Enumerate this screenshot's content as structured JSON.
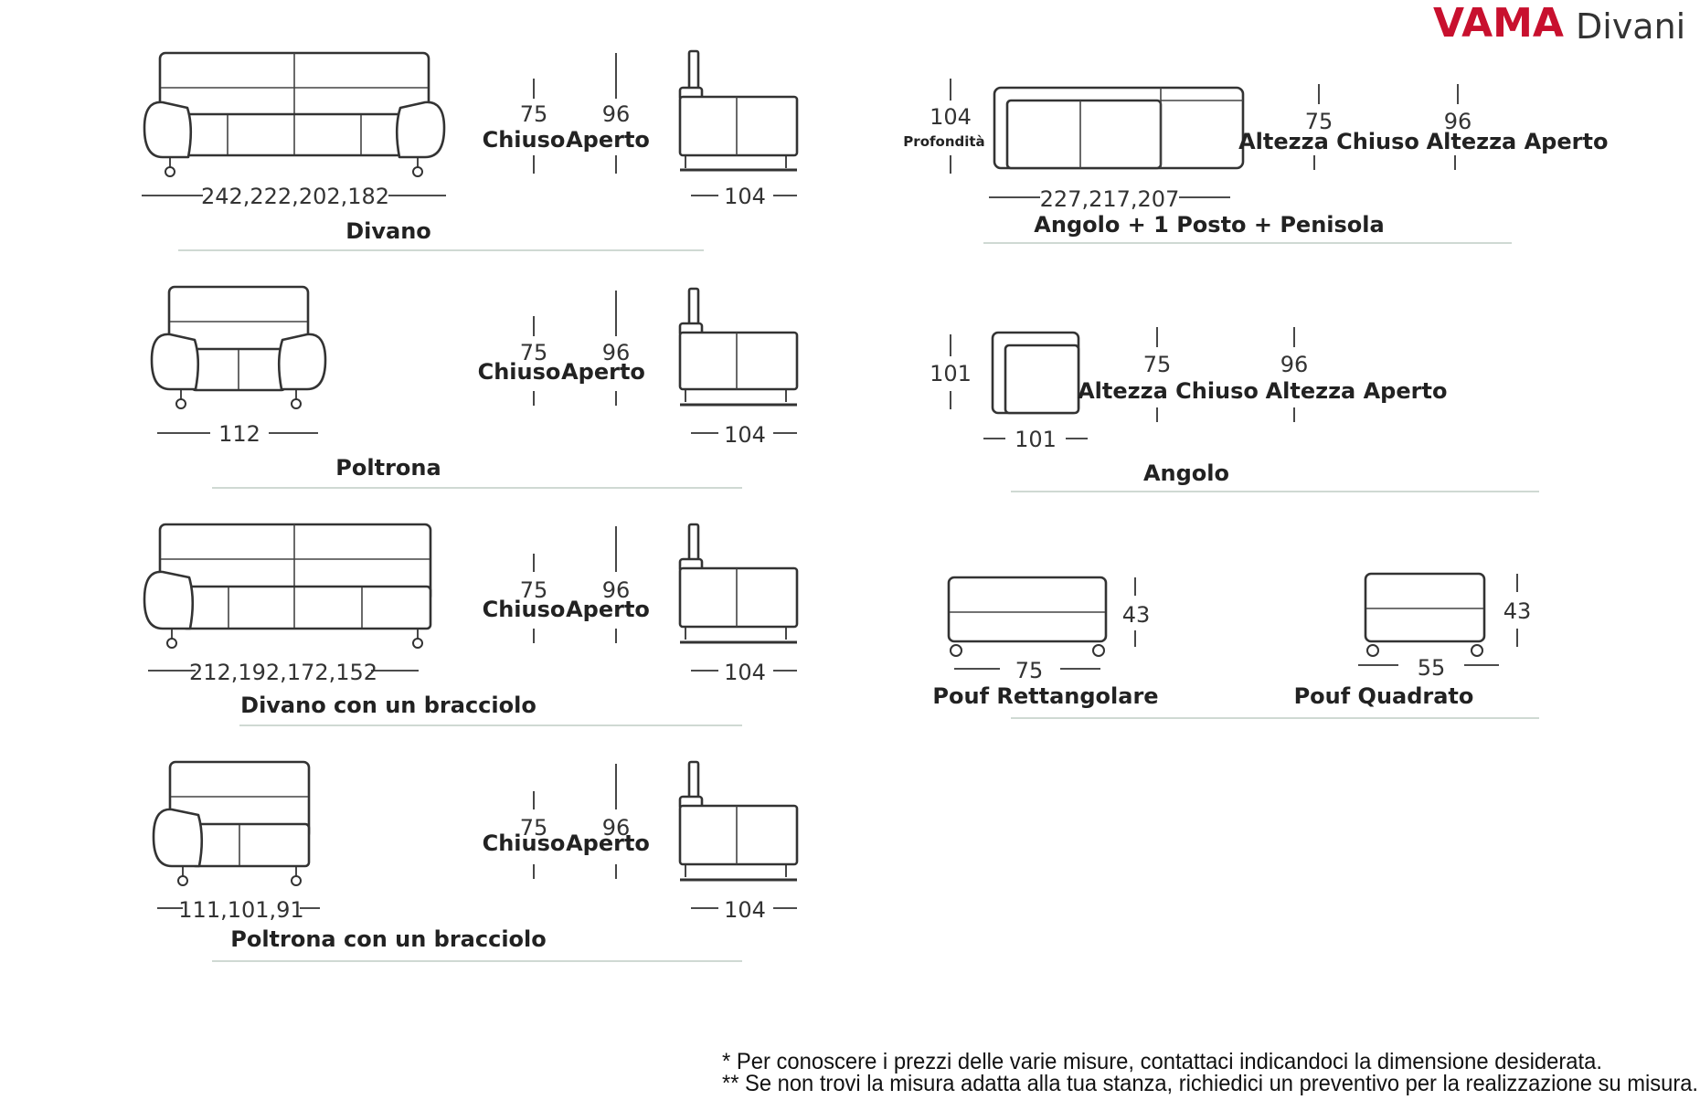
{
  "brand": {
    "name_part1": "VAMA",
    "name_part2": "Divani",
    "color_red": "#c8102e",
    "color_text": "#333333"
  },
  "products": {
    "divano": {
      "title": "Divano",
      "width": "242,222,202,182",
      "depth": "104",
      "height_closed": "75",
      "label_closed": "Chiuso",
      "height_open": "96",
      "label_open": "Aperto"
    },
    "poltrona": {
      "title": "Poltrona",
      "width": "112",
      "depth": "104",
      "height_closed": "75",
      "label_closed": "Chiuso",
      "height_open": "96",
      "label_open": "Aperto"
    },
    "divano_bracciolo": {
      "title": "Divano con un bracciolo",
      "width": "212,192,172,152",
      "depth": "104",
      "height_closed": "75",
      "label_closed": "Chiuso",
      "height_open": "96",
      "label_open": "Aperto"
    },
    "poltrona_bracciolo": {
      "title": "Poltrona con un bracciolo",
      "width": "111,101,91",
      "depth": "104",
      "height_closed": "75",
      "label_closed": "Chiuso",
      "height_open": "96",
      "label_open": "Aperto"
    },
    "angolo_penisola": {
      "title": "Angolo + 1 Posto + Penisola",
      "width": "227,217,207",
      "depth": "104",
      "depth_label": "Profondità",
      "height_closed": "75",
      "label_closed": "Altezza Chiuso",
      "height_open": "96",
      "label_open": "Altezza Aperto"
    },
    "angolo": {
      "title": "Angolo",
      "width": "101",
      "depth": "101",
      "height_closed": "75",
      "label_closed": "Altezza Chiuso",
      "height_open": "96",
      "label_open": "Altezza Aperto"
    },
    "pouf_rett": {
      "title": "Pouf Rettangolare",
      "width": "75",
      "height": "43"
    },
    "pouf_quad": {
      "title": "Pouf Quadrato",
      "width": "55",
      "height": "43"
    }
  },
  "notes": {
    "line1": "* Per conoscere i prezzi delle varie misure, contattaci indicandoci la dimensione desiderata.",
    "line2": "** Se non trovi la misura adatta alla tua stanza, richiedici un preventivo per la realizzazione su misura."
  }
}
